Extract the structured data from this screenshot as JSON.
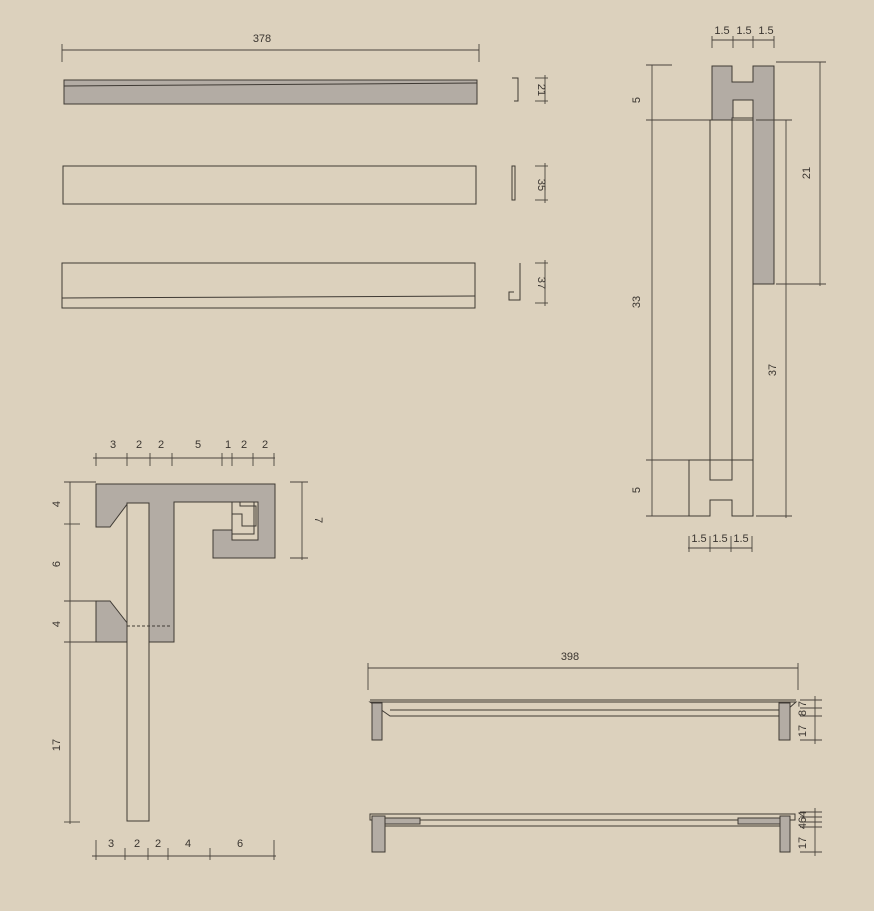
{
  "profiles": {
    "top_bar_length": "378",
    "profile_heights": [
      "21",
      "35",
      "37"
    ]
  },
  "vertical_section": {
    "top_widths": [
      "1.5",
      "1.5",
      "1.5"
    ],
    "heights": [
      "5",
      "33",
      "5"
    ],
    "right_heights": [
      "21",
      "37"
    ],
    "bottom_widths": [
      "1.5",
      "1.5",
      "1.5"
    ]
  },
  "corner_detail": {
    "top_widths": [
      "3",
      "2",
      "2",
      "5",
      "1",
      "2",
      "2"
    ],
    "left_heights": [
      "4",
      "6",
      "4",
      "17"
    ],
    "right_height": "7",
    "bottom_widths": [
      "3",
      "2",
      "2",
      "4",
      "6"
    ]
  },
  "frames": {
    "length": "398",
    "upper_dims": [
      "17",
      "8",
      "7"
    ],
    "lower_dims": [
      "17",
      "4",
      "6",
      "4"
    ]
  },
  "colors": {
    "background": "#dcd1bd",
    "section_fill": "#b3aca4",
    "line": "#3f3a34"
  }
}
